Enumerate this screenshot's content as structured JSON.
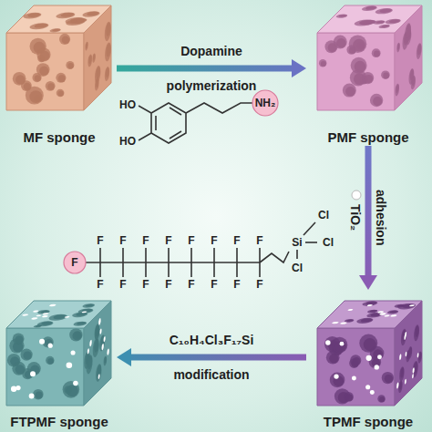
{
  "diagram": {
    "nodes": [
      {
        "text": [
          "MF sponge"
        ]
      },
      {
        "text": [
          "PMF sponge"
        ]
      },
      {
        "text": [
          "TPMF sponge"
        ]
      },
      {
        "text": [
          "FTPMF sponge"
        ]
      }
    ],
    "edges": [
      {
        "from": 0,
        "to": 1,
        "label": "Dopamine polymerization",
        "arrow": "to"
      },
      {
        "from": 1,
        "to": 2,
        "label": "TiO₂ adhesion",
        "arrow": "to"
      },
      {
        "from": 2,
        "to": 3,
        "label": "C₁₀H₄Cl₃F₁₇Si modification",
        "arrow": "to"
      }
    ],
    "labels": [
      "HO",
      "HO",
      "NH₂",
      "F",
      "F",
      "F",
      "F",
      "F",
      "F",
      "F",
      "F",
      "F",
      "F",
      "F",
      "F",
      "F",
      "F",
      "F",
      "F",
      "F",
      "Cl",
      "Si",
      "Cl",
      "Cl"
    ]
  }
}
